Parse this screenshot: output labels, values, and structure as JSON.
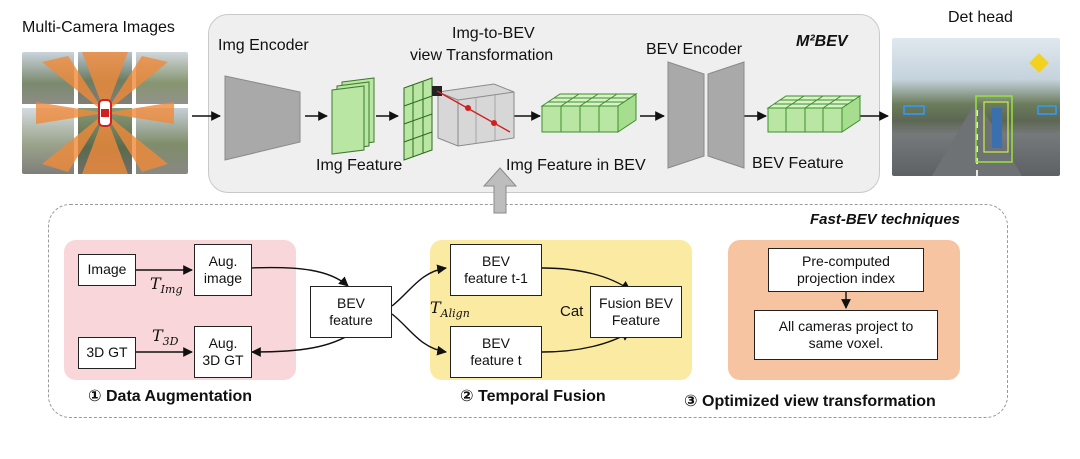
{
  "m2bev": {
    "title": "M²BEV",
    "input_label": "Multi-Camera Images",
    "img_encoder": "Img Encoder",
    "img_feature": "Img Feature",
    "view_transform_line1": "Img-to-BEV",
    "view_transform_line2": "view Transformation",
    "img_feature_bev": "Img Feature in BEV",
    "bev_encoder": "BEV Encoder",
    "bev_feature": "BEV Feature",
    "det_head": "Det head"
  },
  "fastbev": {
    "title": "Fast-BEV techniques",
    "aug": {
      "image": "Image",
      "aug_image": "Aug.\nimage",
      "gt": "3D GT",
      "aug_gt": "Aug.\n3D GT",
      "t_img": "T",
      "t_img_sub": "Img",
      "t_3d": "T",
      "t_3d_sub": "3D",
      "caption": "① Data Augmentation"
    },
    "bev_feature": "BEV\nfeature",
    "t_align": "T",
    "t_align_sub": "Align",
    "temporal": {
      "prev": "BEV\nfeature t-1",
      "cur": "BEV\nfeature t",
      "cat": "Cat",
      "fusion": "Fusion BEV\nFeature",
      "caption": "② Temporal Fusion"
    },
    "optimized": {
      "index": "Pre-computed\nprojection index",
      "voxel": "All cameras project to\nsame voxel.",
      "caption": "③ Optimized view transformation"
    }
  },
  "colors": {
    "panel_top": "#efefef",
    "feature_green": "#b9e6a3",
    "aug_bg": "#f8d6d9",
    "temporal_bg": "#fbeaa1",
    "optimized_bg": "#f7c4a2"
  }
}
